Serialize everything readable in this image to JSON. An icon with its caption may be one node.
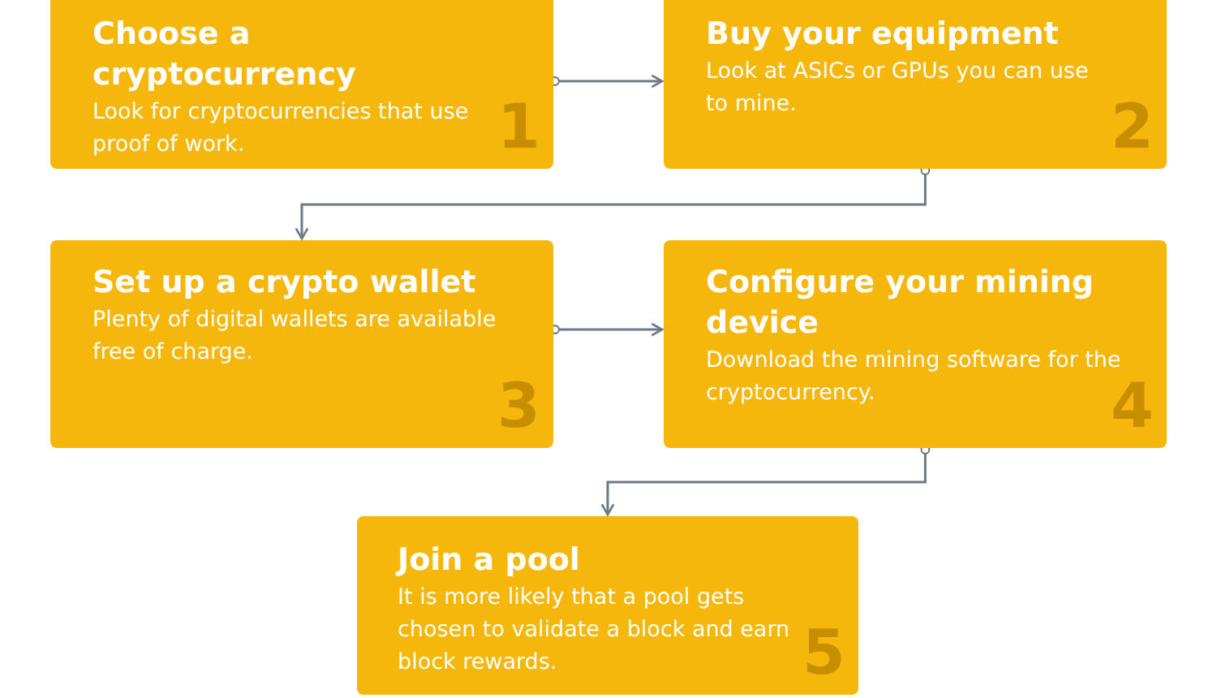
{
  "diagram": {
    "nodes": [
      {
        "text": [
          "Choose a cryptocurrency",
          "Look for cryptocurrencies that use proof of work.",
          "1"
        ]
      },
      {
        "text": [
          "Buy your equipment",
          "Look at ASICs or GPUs you can use to mine.",
          "2"
        ]
      },
      {
        "text": [
          "Set up a crypto wallet",
          "Plenty of digital wallets are available free of charge.",
          "3"
        ]
      },
      {
        "text": [
          "Configure your mining device",
          "Download the mining software for the cryptocurrency.",
          "4"
        ]
      },
      {
        "text": [
          "Join a pool",
          "It is more likely that a pool gets chosen to validate a block and earn block rewards.",
          "5"
        ]
      }
    ],
    "edges": [
      {
        "from": 0,
        "to": 1,
        "arrow": "to"
      },
      {
        "from": 1,
        "to": 2,
        "arrow": "to"
      },
      {
        "from": 2,
        "to": 3,
        "arrow": "to"
      },
      {
        "from": 3,
        "to": 4,
        "arrow": "to"
      }
    ]
  }
}
